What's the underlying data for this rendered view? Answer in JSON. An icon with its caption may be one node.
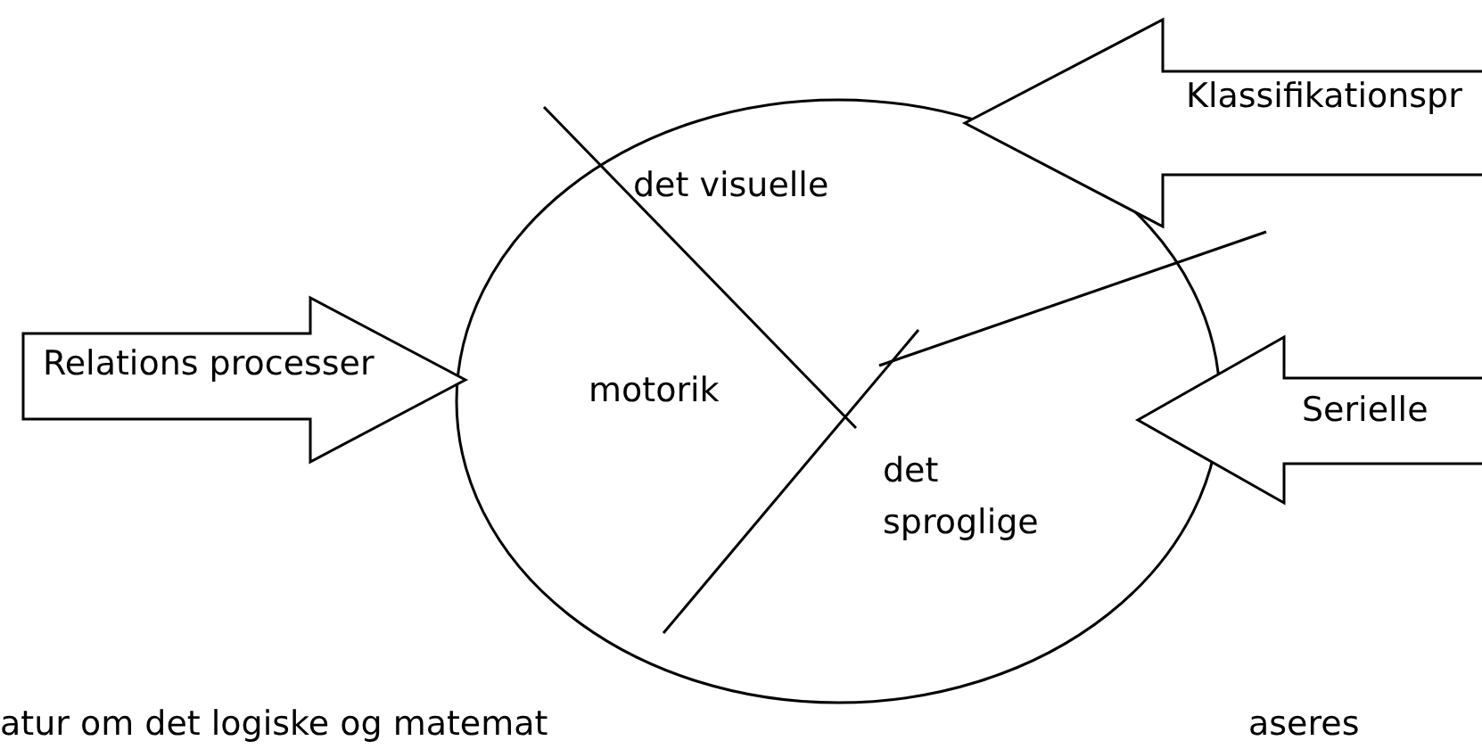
{
  "diagram": {
    "nodes": [
      {
        "text": [],
        "shape": "ellipse"
      },
      {
        "text": [
          "det visuelle"
        ],
        "in": 0
      },
      {
        "text": [
          "motorik"
        ],
        "in": 0
      },
      {
        "text": [
          "det sproglige"
        ],
        "in": 0
      },
      {
        "text": [
          "Klassifikationspr"
        ]
      },
      {
        "text": [
          "Relations processer"
        ]
      },
      {
        "text": [
          "Serielle"
        ]
      }
    ],
    "labels": [
      "atur om det logiske og matemat",
      "aseres"
    ]
  }
}
